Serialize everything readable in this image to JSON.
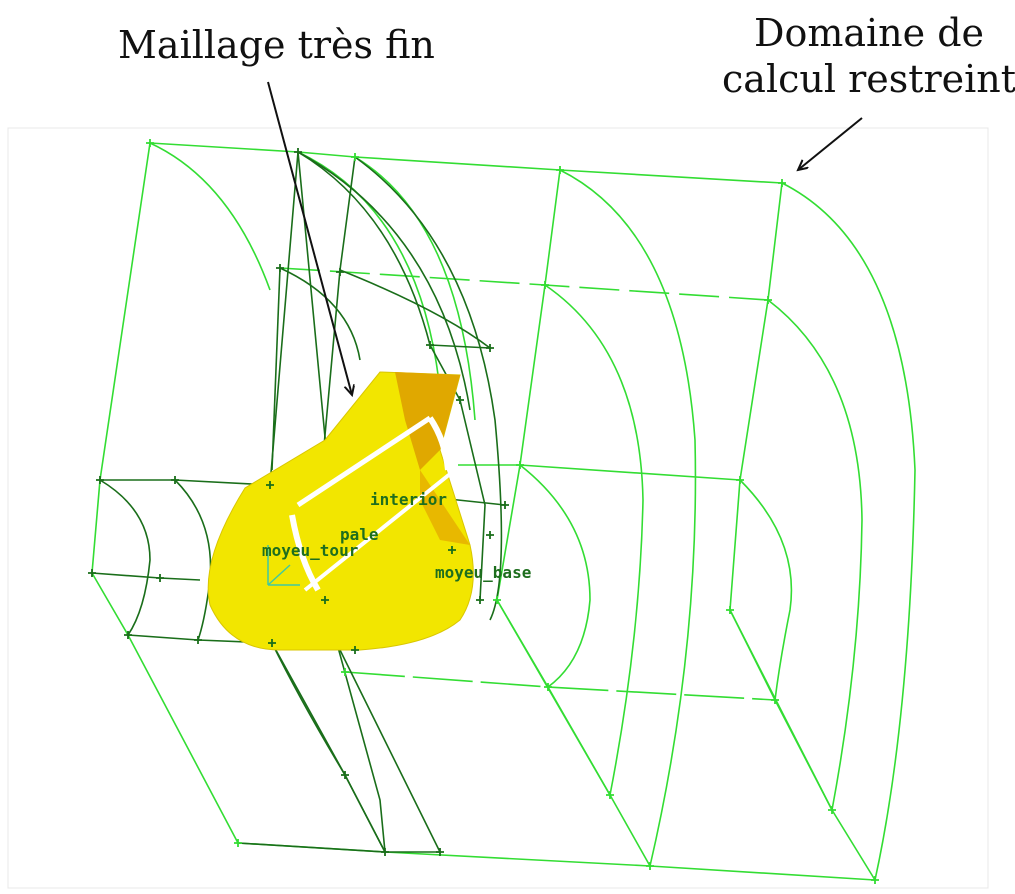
{
  "annotations": {
    "fine_mesh": "Maillage très fin",
    "domain_line1": "Domaine de",
    "domain_line2": "calcul restreint"
  },
  "mesh_labels": {
    "interior": "interior",
    "pale": "pale",
    "moyeu_tour": "moyeu_tour",
    "moyeu_base": "moyeu_base"
  },
  "colors": {
    "outer_domain": "#33dd33",
    "inner_mesh": "#1a6e1a",
    "hub": "#f2e600",
    "hub_shade": "#e0a800",
    "blade": "#ffffff",
    "arrow": "#111111",
    "frame": "#e8e8e8"
  }
}
